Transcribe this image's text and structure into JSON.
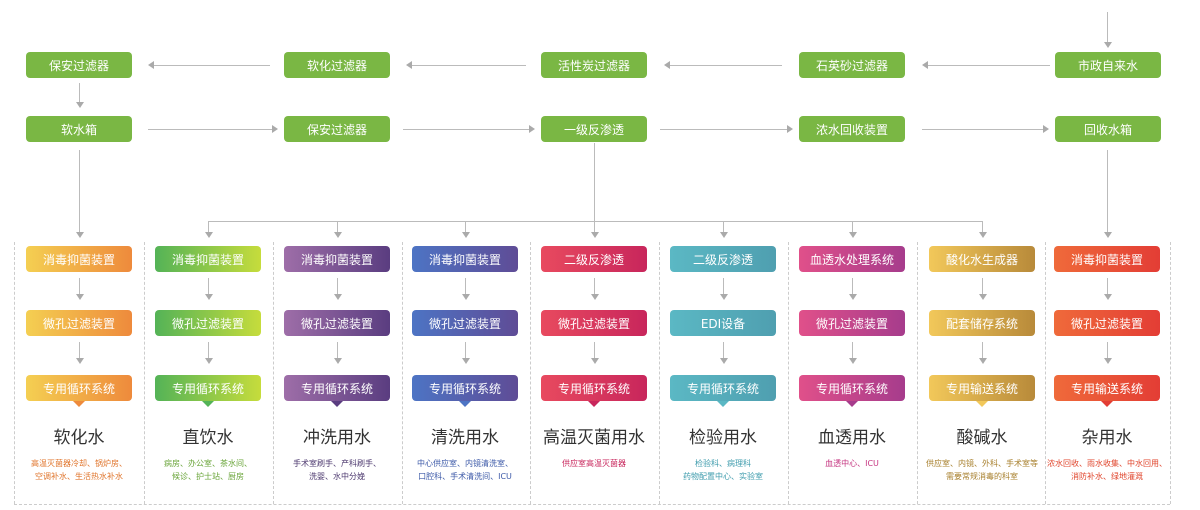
{
  "top_row": [
    "保安过滤器",
    "软化过滤器",
    "活性炭过滤器",
    "石英砂过滤器",
    "市政自来水"
  ],
  "second_row": [
    "软水箱",
    "保安过滤器",
    "一级反渗透",
    "浓水回收装置",
    "回收水箱"
  ],
  "columns": [
    {
      "steps": [
        "消毒抑菌装置",
        "微孔过滤装置",
        "专用循环系统"
      ],
      "title": "软化水",
      "desc": [
        "高温灭菌器冷却、锅炉房、",
        "空调补水、生活热水补水"
      ],
      "c1": "#f4cf52",
      "c2": "#ee8a3c",
      "text_color": "#e0752c"
    },
    {
      "steps": [
        "消毒抑菌装置",
        "微孔过滤装置",
        "专用循环系统"
      ],
      "title": "直饮水",
      "desc": [
        "病房、办公室、茶水间、",
        "候诊、护士站、厨房"
      ],
      "c1": "#54b357",
      "c2": "#c6dc3c",
      "text_color": "#6aa53a"
    },
    {
      "steps": [
        "消毒抑菌装置",
        "微孔过滤装置",
        "专用循环系统"
      ],
      "title": "冲洗用水",
      "desc": [
        "手术室刷手、产科刷手、",
        "洗婴、水中分娩"
      ],
      "c1": "#9e6ea8",
      "c2": "#5a3d80",
      "text_color": "#4e3a70"
    },
    {
      "steps": [
        "消毒抑菌装置",
        "微孔过滤装置",
        "专用循环系统"
      ],
      "title": "清洗用水",
      "desc": [
        "中心供应室、内镜清洗室、",
        "口腔科、手术清洗间、ICU"
      ],
      "c1": "#4d74c4",
      "c2": "#5f4c96",
      "text_color": "#3d5aa8"
    },
    {
      "steps": [
        "二级反渗透",
        "微孔过滤装置",
        "专用循环系统"
      ],
      "title": "高温灭菌用水",
      "desc": [
        "供应室高温灭菌器"
      ],
      "c1": "#e84a5f",
      "c2": "#c8265c",
      "text_color": "#c8265c"
    },
    {
      "steps": [
        "二级反渗透",
        "EDI设备",
        "专用循环系统"
      ],
      "title": "检验用水",
      "desc": [
        "检验科、病理科",
        "药物配置中心、实验室"
      ],
      "c1": "#5bb8c4",
      "c2": "#4f9fb0",
      "text_color": "#3f9cad"
    },
    {
      "steps": [
        "血透水处理系统",
        "微孔过滤装置",
        "专用循环系统"
      ],
      "title": "血透用水",
      "desc": [
        "血透中心、ICU"
      ],
      "c1": "#e0508a",
      "c2": "#a63c8c",
      "text_color": "#c53580"
    },
    {
      "steps": [
        "酸化水生成器",
        "配套储存系统",
        "专用输送系统"
      ],
      "title": "酸碱水",
      "desc": [
        "供应室、内镜、外科、手术室等",
        "需要常规消毒的科室"
      ],
      "c1": "#f2c85a",
      "c2": "#b88a3a",
      "text_color": "#a8802e"
    },
    {
      "steps": [
        "消毒抑菌装置",
        "微孔过滤装置",
        "专用输送系统"
      ],
      "title": "杂用水",
      "desc": [
        "浓水回收、雨水收集、中水回用、",
        "消防补水、绿地灌溉"
      ],
      "c1": "#ef6a3a",
      "c2": "#e33d35",
      "text_color": "#e0452c"
    }
  ]
}
